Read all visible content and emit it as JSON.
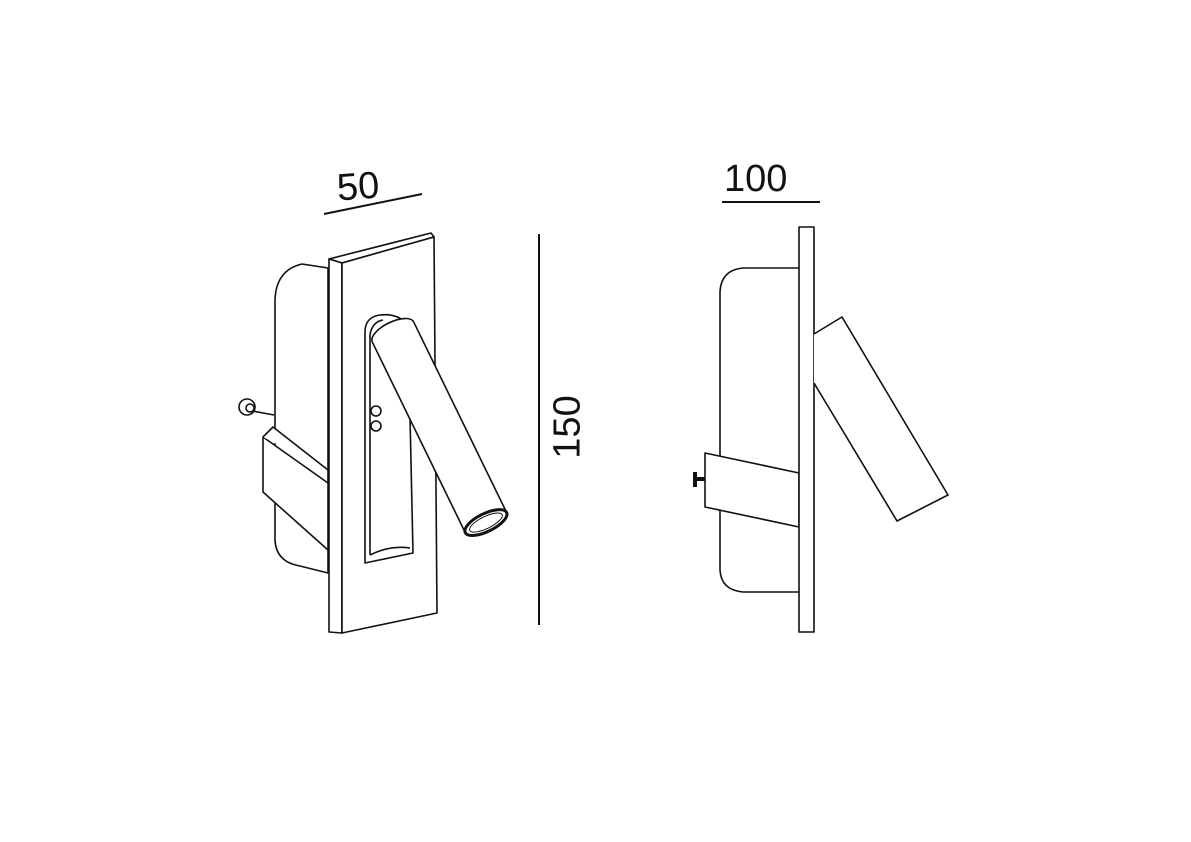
{
  "drawing": {
    "front_view": {
      "width_label": "50",
      "height_label": "150"
    },
    "side_view": {
      "depth_label": "100"
    },
    "line_color": "#111111",
    "background": "#ffffff"
  }
}
